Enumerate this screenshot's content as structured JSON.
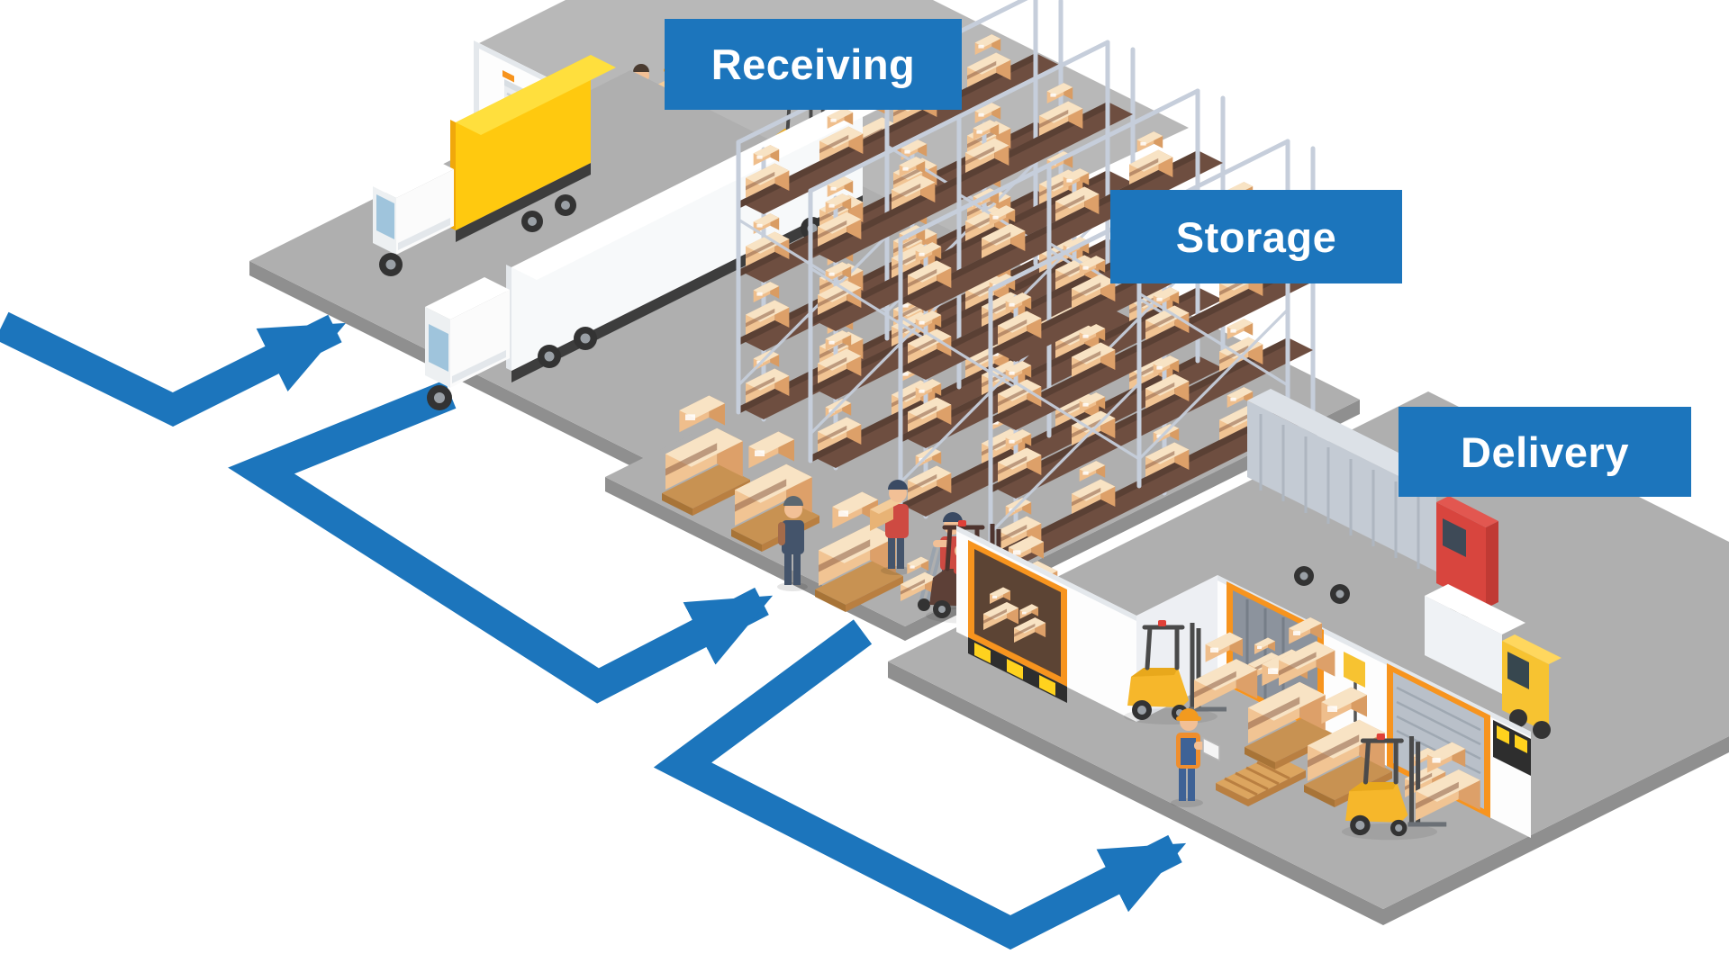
{
  "diagram": {
    "type": "warehouse-process-flow",
    "background_color": "#FFFFFF",
    "accent_blue": "#1C75BC",
    "floor_color": "#AFAFAF",
    "floor_side_color": "#8F8F8F",
    "dock_orange": "#F7941E",
    "box_color": "#F1C493",
    "stages": [
      {
        "id": "receiving",
        "label": "Receiving",
        "objects": [
          "dock-wall-with-roll-up-doors",
          "yellow-box-truck",
          "white-trailer-truck",
          "forklift",
          "worker-handing-box",
          "manager",
          "pallet-boxes"
        ]
      },
      {
        "id": "storage",
        "label": "Storage",
        "objects": [
          "pallet-racks-with-boxes",
          "pallet-stacks",
          "warehouse-workers",
          "hand-truck",
          "forklift-with-pallet"
        ]
      },
      {
        "id": "delivery",
        "label": "Delivery",
        "objects": [
          "loading-dock-wall",
          "red-cab-container-truck",
          "yellow-delivery-truck",
          "forklifts",
          "pallet-boxes",
          "worker-with-clipboard",
          "wooden-pallet"
        ]
      }
    ],
    "arrows": [
      {
        "from": "inbound",
        "to": "receiving"
      },
      {
        "from": "receiving",
        "to": "storage"
      },
      {
        "from": "storage",
        "to": "delivery"
      }
    ]
  }
}
